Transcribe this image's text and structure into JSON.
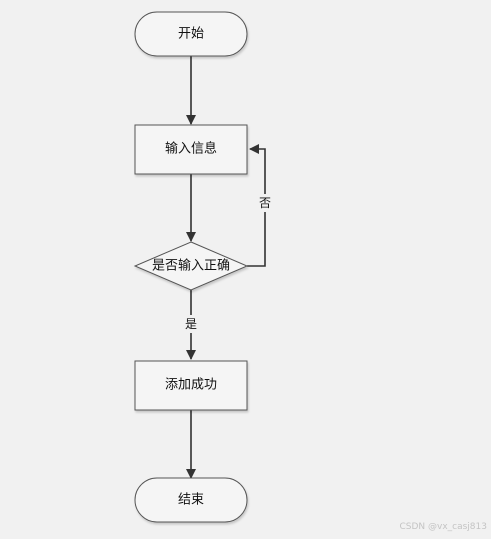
{
  "flowchart": {
    "nodes": {
      "start": {
        "shape": "terminator",
        "label": "开始"
      },
      "input_info": {
        "shape": "process",
        "label": "输入信息"
      },
      "check_input": {
        "shape": "decision",
        "label": "是否输入正确"
      },
      "add_success": {
        "shape": "process",
        "label": "添加成功"
      },
      "end": {
        "shape": "terminator",
        "label": "结束"
      }
    },
    "edges": [
      {
        "from": "start",
        "to": "input_info",
        "label": ""
      },
      {
        "from": "input_info",
        "to": "check_input",
        "label": ""
      },
      {
        "from": "check_input",
        "to": "input_info",
        "label": "否"
      },
      {
        "from": "check_input",
        "to": "add_success",
        "label": "是"
      },
      {
        "from": "add_success",
        "to": "end",
        "label": ""
      }
    ]
  },
  "style": {
    "background": "#f1f1f1",
    "node_fill": "#f5f5f5",
    "node_stroke": "#555555",
    "edge_color": "#333333",
    "text_color": "#111111"
  },
  "watermark": "CSDN @vx_casj813"
}
